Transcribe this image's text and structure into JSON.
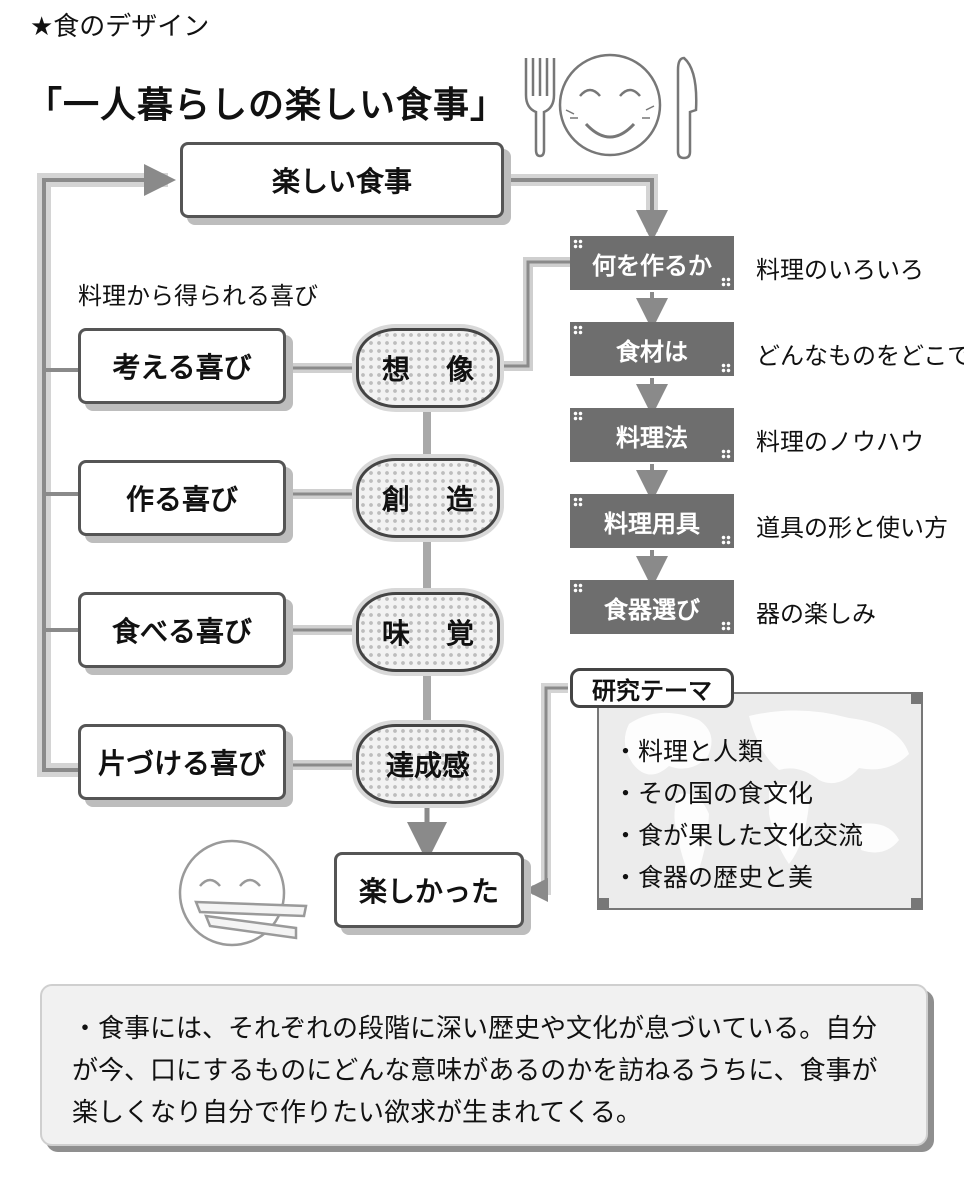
{
  "header": "★食のデザイン",
  "title": "「一人暮らしの楽しい食事」",
  "top_box": "楽しい食事",
  "section_label": "料理から得られる喜び",
  "joys": [
    {
      "label": "考える喜び",
      "cloud_a": "想",
      "cloud_b": "像"
    },
    {
      "label": "作る喜び",
      "cloud_a": "創",
      "cloud_b": "造"
    },
    {
      "label": "食べる喜び",
      "cloud_a": "味",
      "cloud_b": "覚"
    },
    {
      "label": "片づける喜び",
      "cloud_a": "達成感",
      "cloud_b": ""
    }
  ],
  "end_box": "楽しかった",
  "steps": [
    {
      "label": "何を作るか",
      "desc": "料理のいろいろ"
    },
    {
      "label": "食材は",
      "desc": "どんなものをどこで"
    },
    {
      "label": "料理法",
      "desc": "料理のノウハウ"
    },
    {
      "label": "料理用具",
      "desc": "道具の形と使い方"
    },
    {
      "label": "食器選び",
      "desc": "器の楽しみ"
    }
  ],
  "research": {
    "label": "研究テーマ",
    "items": [
      "・料理と人類",
      "・その国の食文化",
      "・食が果した文化交流",
      "・食器の歴史と美"
    ]
  },
  "note": {
    "lines": [
      "・食事には、それぞれの段階に深い歴史や文化が息づいている。自分",
      "が今、口にするものにどんな意味があるのかを訪ねるうちに、食事が",
      "楽しくなり自分で作りたい欲求が生まれてくる。"
    ]
  }
}
